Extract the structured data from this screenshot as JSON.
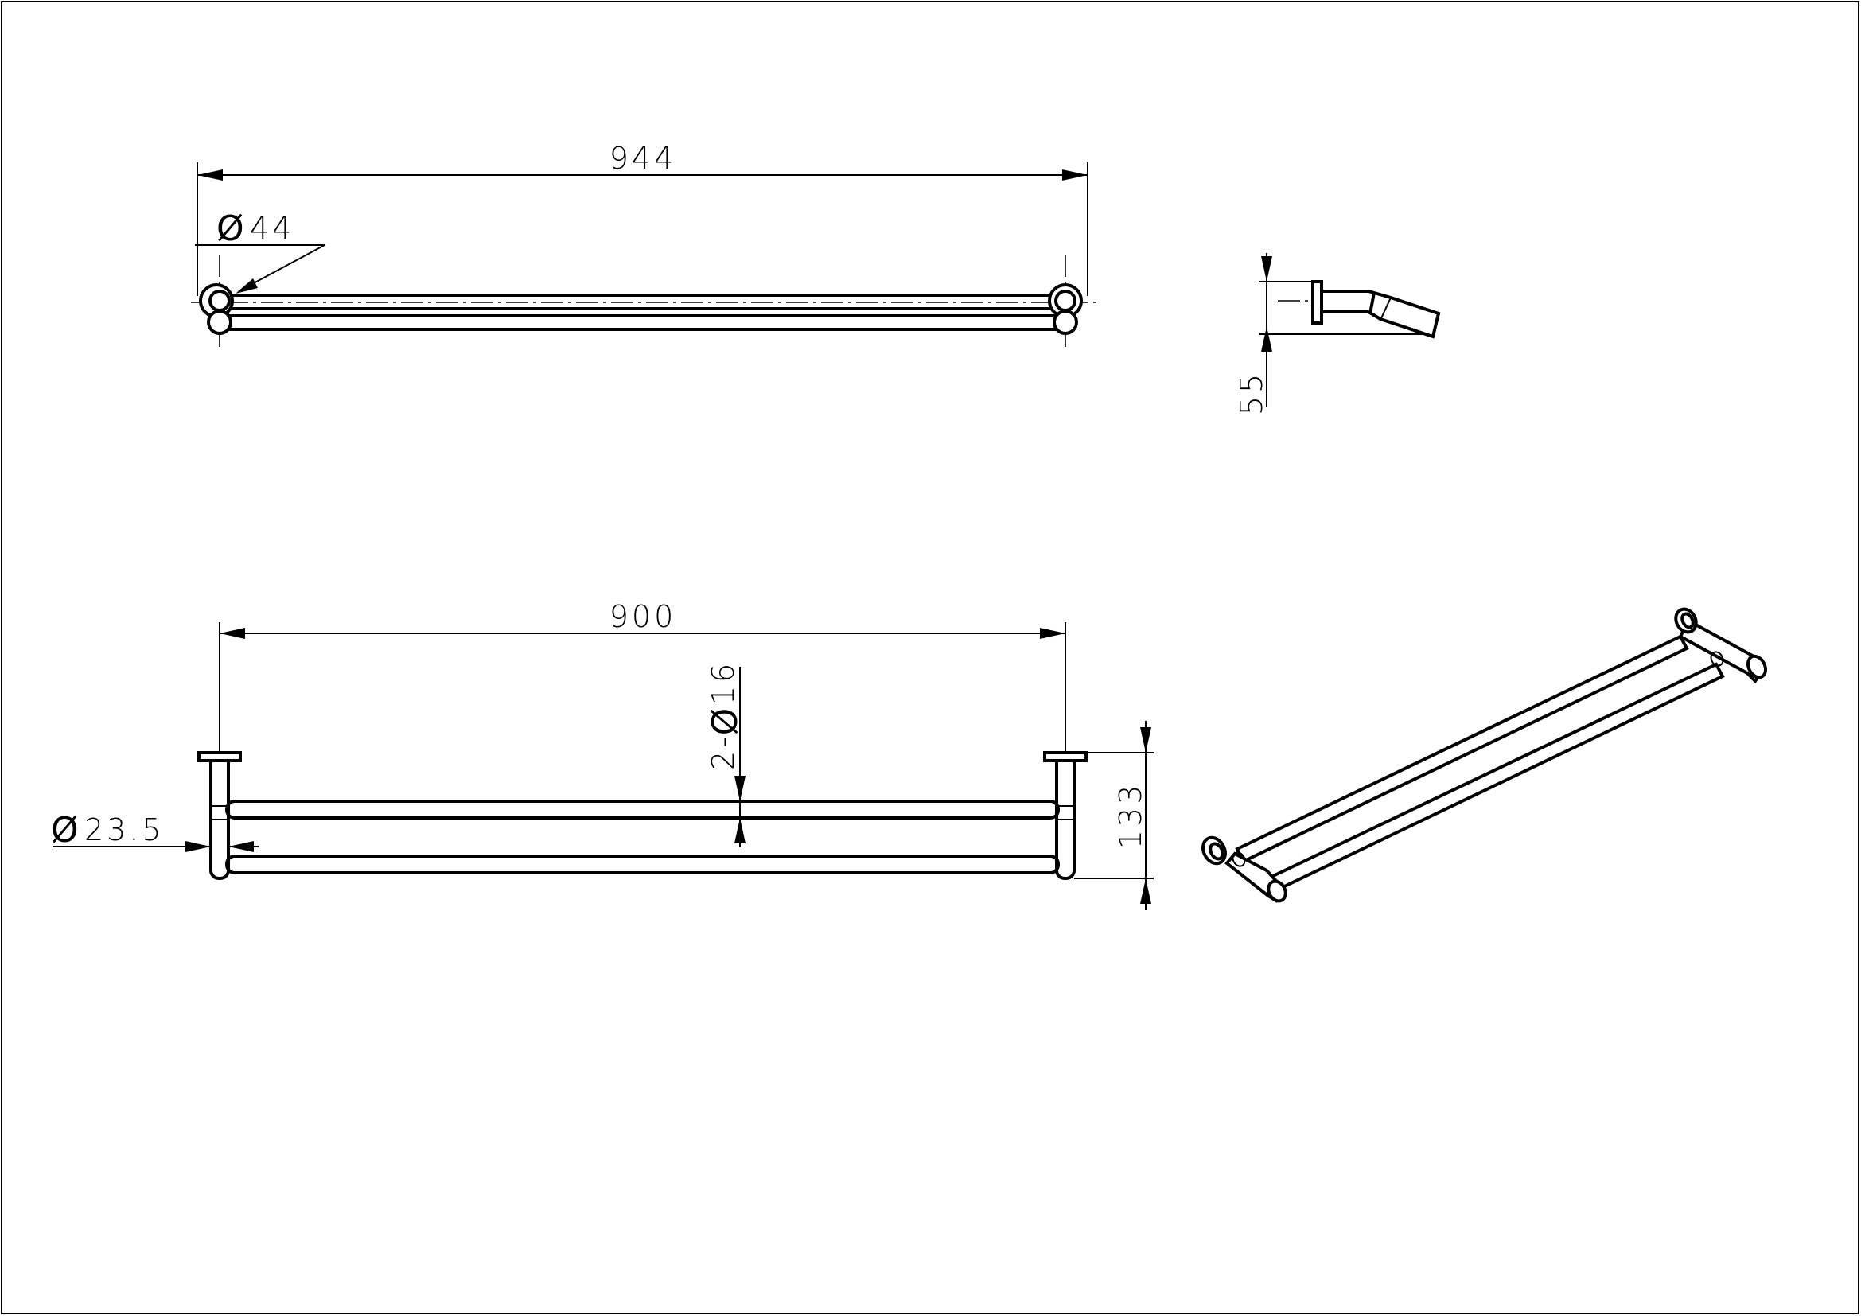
{
  "dimensions": {
    "overall_length": "944",
    "mount_diameter": "44",
    "projection": "55",
    "center_distance": "900",
    "bar_diameter": "2-",
    "bar_diameter_value": "16",
    "post_diameter": "23.5",
    "bar_spacing": "133"
  },
  "symbols": {
    "diameter": "Ø"
  }
}
